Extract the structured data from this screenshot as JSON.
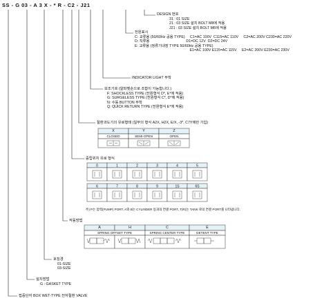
{
  "code": {
    "parts": [
      "SS",
      "-",
      "G",
      "03",
      "-",
      "A",
      "3",
      "X",
      "-",
      "*",
      "R",
      "-",
      "C2",
      "-",
      "J21"
    ]
  },
  "design": {
    "title": "DESIGN 번호",
    "lines": [
      "31 : 01 SIZE",
      "21 : 03 SIZE 설치 BOLT M8에 적용",
      "J21 : 03 SIZE 설치 BOLT M6에 적용"
    ]
  },
  "voltage": {
    "title": "전원표시",
    "lines": [
      "C: 교류용 (50/60Hz 공용 TYPE)     C1=AC 100V  C115=AC 110V     C2=AC 200V C230=AC 220V",
      "D: 직류용                                    D1=DC 12V  D2=DC 24V",
      "E: 교류용 (정류기내장 TYPE 50/60Hz 공용 TYPE)",
      "                                                      E1=AC 100V E115=AC 115V     E2=AC 200V E230=AC 230V"
    ]
  },
  "indicator": {
    "label": "INDICATOR LIGHT 부착"
  },
  "aux": {
    "title": "보조기호 (알파벳순으로 조합이 가능합니다.)",
    "lines": [
      "F: SHOCKLESS TYPE (전원형식 D*, E*에 적용)",
      "G: SURGELESS TYPE (전원형식 C*, D*에 적용)",
      "N: 수동 BUTTON 부착",
      "Q: QUICK RETURN TYPE (전원형식 E*에 적용)"
    ]
  },
  "transient": {
    "title": "절환과도기의 유로형태 (일부의 형식 A2X, H2X, E/X, -3*, C7Y에만 기입)",
    "headers": [
      "X",
      "Y",
      "Z"
    ],
    "labels": [
      "CLOSED",
      "SEMI-OPEN",
      "OPEN"
    ]
  },
  "neutral": {
    "title": "중립위치 유로 형식",
    "row1": [
      "0",
      "1",
      "2",
      "3",
      "4",
      "5"
    ],
    "row2": [
      "6",
      "7",
      "8",
      "9",
      "1S",
      "6S"
    ],
    "note": "주) P는 압력(PUMP) PORT, A와 B는 CYLINDER 등과의 연결 PORT, T(R)는 TANK 로의 연결 PORT를 나타냅니다."
  },
  "operation": {
    "title": "작동방법",
    "headers": [
      "A",
      "H",
      "C",
      "E"
    ],
    "labels": [
      "SPRING OFFSET TYPE",
      "SPRING CENTER TYPE",
      "DETENT TYPE"
    ]
  },
  "size": {
    "title": "호칭경",
    "lines": [
      "01-SIZE",
      "03-SIZE"
    ]
  },
  "mount": {
    "title": "설치방법",
    "lines": [
      "G : GASKET TYPE"
    ]
  },
  "series": {
    "title": "접증단자 BOX WET-TYPE 전자절환 VALVE"
  }
}
